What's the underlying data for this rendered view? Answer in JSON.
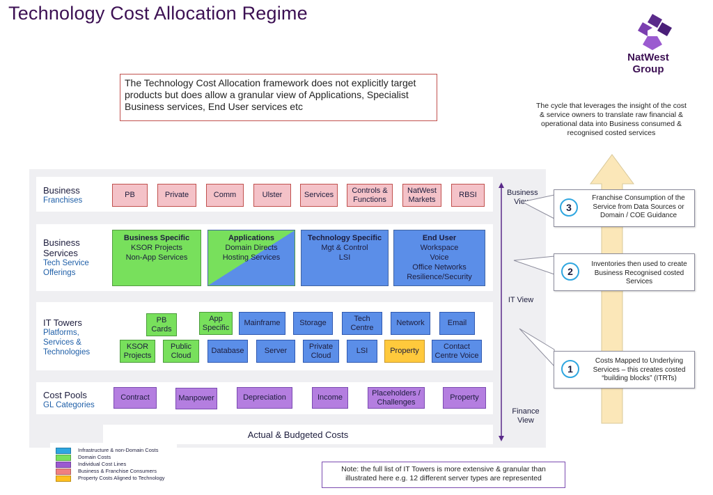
{
  "title": "Technology Cost Allocation Regime",
  "logo": {
    "line1": "NatWest",
    "line2": "Group"
  },
  "note_top": "The Technology Cost Allocation framework does not explicitly target products but does allow a granular view of Applications, Specialist Business services, End User services etc",
  "cycle_text": "The cycle that leverages the insight of the cost & service owners to translate raw financial & operational data into Business consumed & recognised costed services",
  "rows": {
    "franchises": {
      "label": "Business",
      "sub": "Franchises",
      "boxes": [
        "PB",
        "Private",
        "Comm",
        "Ulster",
        "Services",
        "Controls & Functions",
        "NatWest Markets",
        "RBSI"
      ]
    },
    "services": {
      "label1": "Business",
      "label2": "Services",
      "sub1": "Tech Service",
      "sub2": "Offerings",
      "business_specific": {
        "header": "Business Specific",
        "line1": "KSOR Projects",
        "line2": "Non-App Services"
      },
      "applications": {
        "header": "Applications",
        "line1": "Domain Directs",
        "line2": "Hosting Services"
      },
      "technology_specific": {
        "header": "Technology Specific",
        "line1": "Mgt & Control",
        "line2": "LSI"
      },
      "end_user": {
        "header": "End User",
        "line1": "Workspace",
        "line2": "Voice",
        "line3": "Office Networks",
        "line4": "Resilience/Security"
      }
    },
    "towers": {
      "label": "IT Towers",
      "sub1": "Platforms,",
      "sub2": "Services &",
      "sub3": "Technologies",
      "top": [
        "PB Cards",
        "App Specific",
        "Mainframe",
        "Storage",
        "Tech Centre",
        "Network",
        "Email"
      ],
      "bottom": [
        "KSOR Projects",
        "Public Cloud",
        "Database",
        "Server",
        "Private Cloud",
        "LSI",
        "Property",
        "Contact Centre Voice"
      ]
    },
    "cost_pools": {
      "label": "Cost Pools",
      "sub": "GL Categories",
      "boxes": [
        "Contract",
        "Manpower",
        "Depreciation",
        "Income",
        "Placeholders / Challenges",
        "Property"
      ]
    }
  },
  "actual_costs": "Actual & Budgeted Costs",
  "views": {
    "business": "Business View",
    "it": "IT View",
    "finance": "Finance View"
  },
  "callouts": [
    {
      "num": "3",
      "text": "Franchise Consumption of the Service from Data Sources or Domain / COE Guidance"
    },
    {
      "num": "2",
      "text": "Inventories then used to create Business Recognised costed Services"
    },
    {
      "num": "1",
      "text": "Costs Mapped to Underlying Services – this creates costed “building blocks” (ITRTs)"
    }
  ],
  "legend": [
    {
      "color": "#2ea6e0",
      "label": "Infrastructure & non-Domain Costs"
    },
    {
      "color": "#78e05c",
      "label": "Domain Costs"
    },
    {
      "color": "#9b59d0",
      "label": "Individual Cost Lines"
    },
    {
      "color": "#f08080",
      "label": "Business & Franchise Consumers"
    },
    {
      "color": "#ffc020",
      "label": "Property Costs Aligned to Technology"
    }
  ],
  "note_bottom": "Note:  the full list of IT Towers is more extensive & granular than illustrated here e.g. 12 different server types are represented"
}
